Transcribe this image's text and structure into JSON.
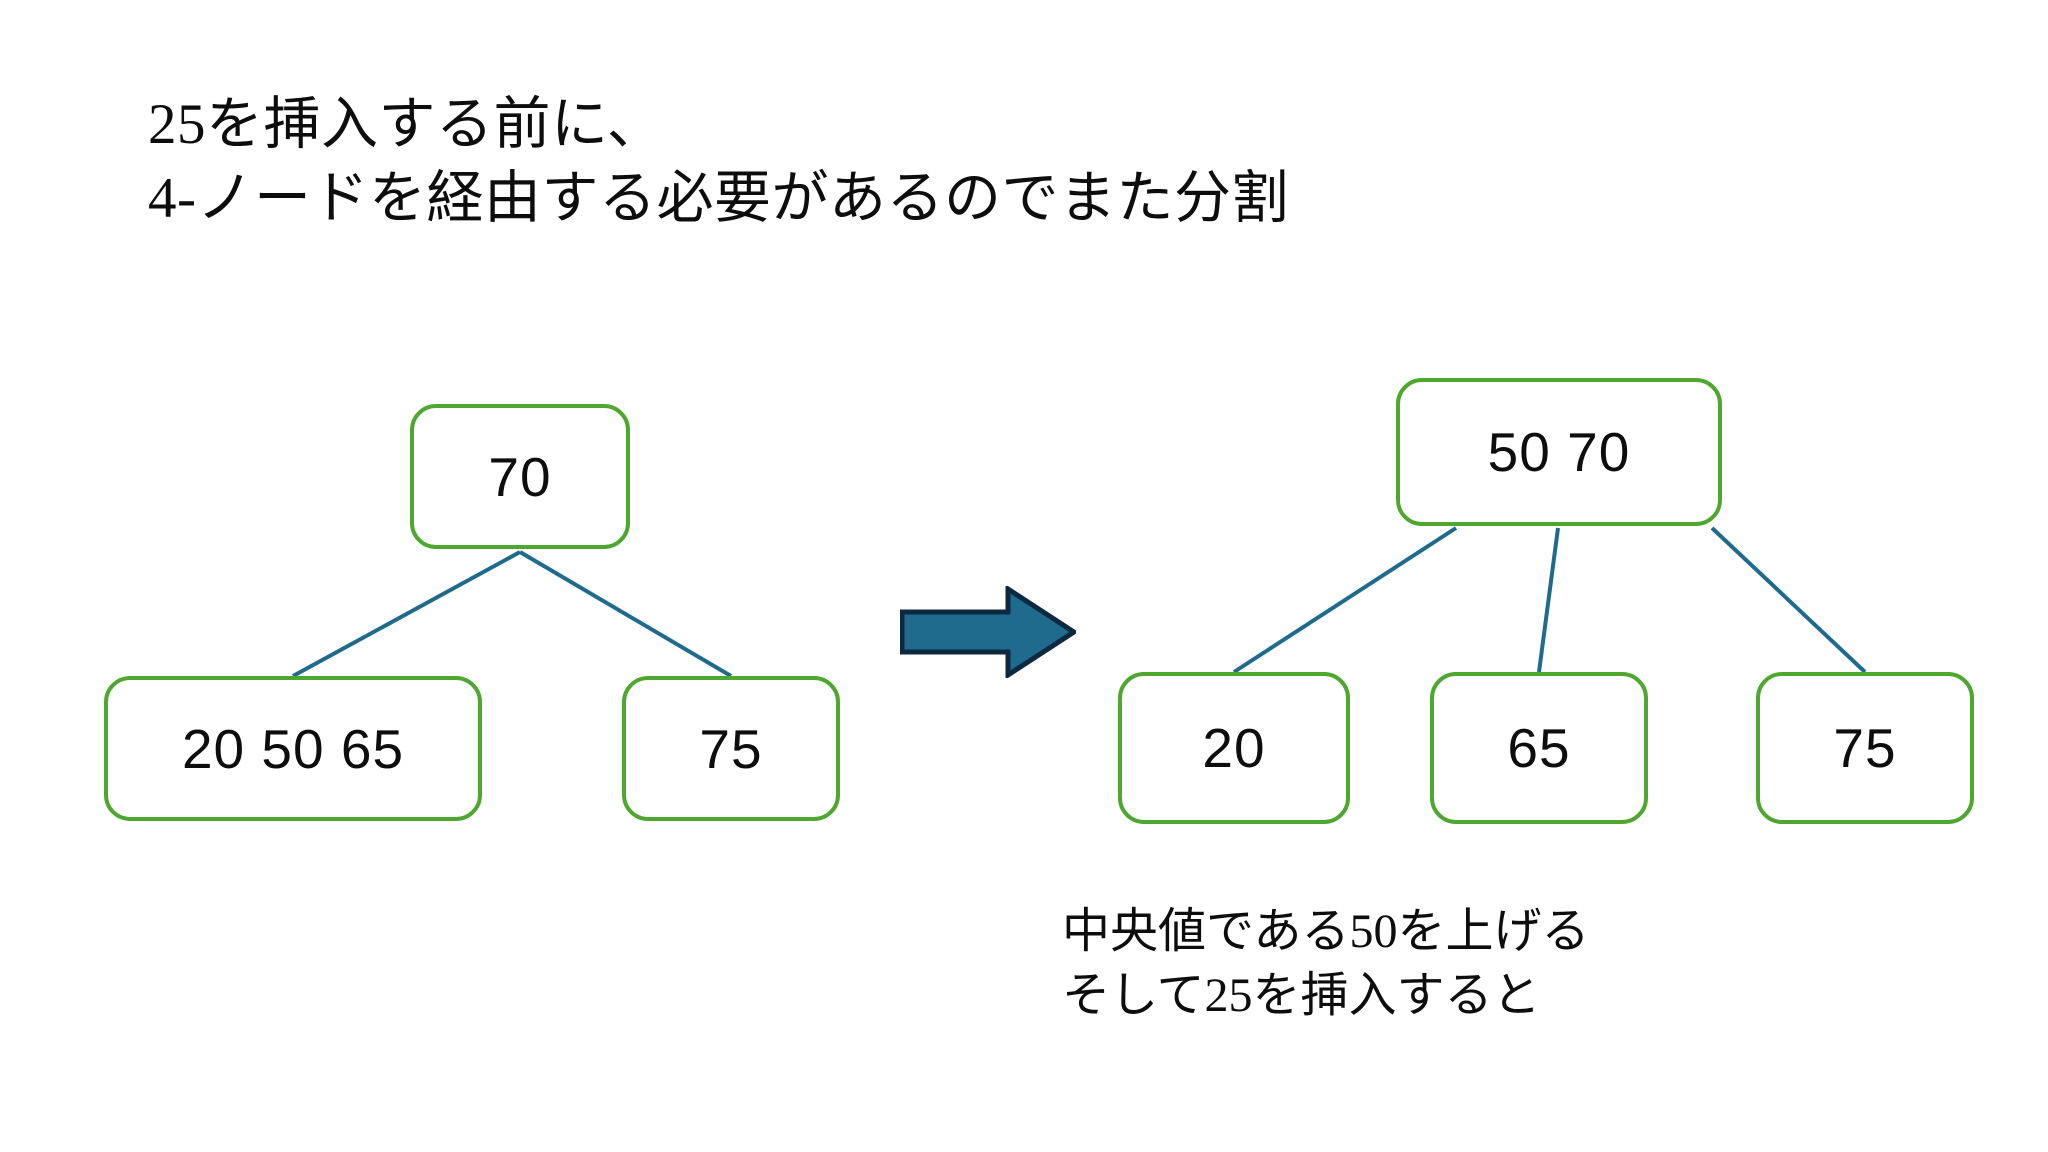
{
  "slide": {
    "background_color": "#FFFFFF",
    "title": {
      "line1": "25を挿入する前に、",
      "line2": "4-ノードを経由する必要があるのでまた分割"
    },
    "caption": {
      "line1": "中央値である50を上げる",
      "line2": "そして25を挿入すると"
    },
    "colors": {
      "node_border": "#4EA72E",
      "node_fill": "#FFFFFF",
      "edge": "#1F6B8E",
      "arrow_fill": "#1F6B8E",
      "arrow_outline": "#0E2841",
      "text": "#0D0D0D"
    },
    "arrow": {
      "direction": "right",
      "icon": "right-arrow-icon"
    },
    "left_tree": {
      "root": {
        "label": "70"
      },
      "children": [
        {
          "label": "20 50 65"
        },
        {
          "label": "75"
        }
      ]
    },
    "right_tree": {
      "root": {
        "label": "50 70"
      },
      "children": [
        {
          "label": "20"
        },
        {
          "label": "65"
        },
        {
          "label": "75"
        }
      ]
    }
  }
}
